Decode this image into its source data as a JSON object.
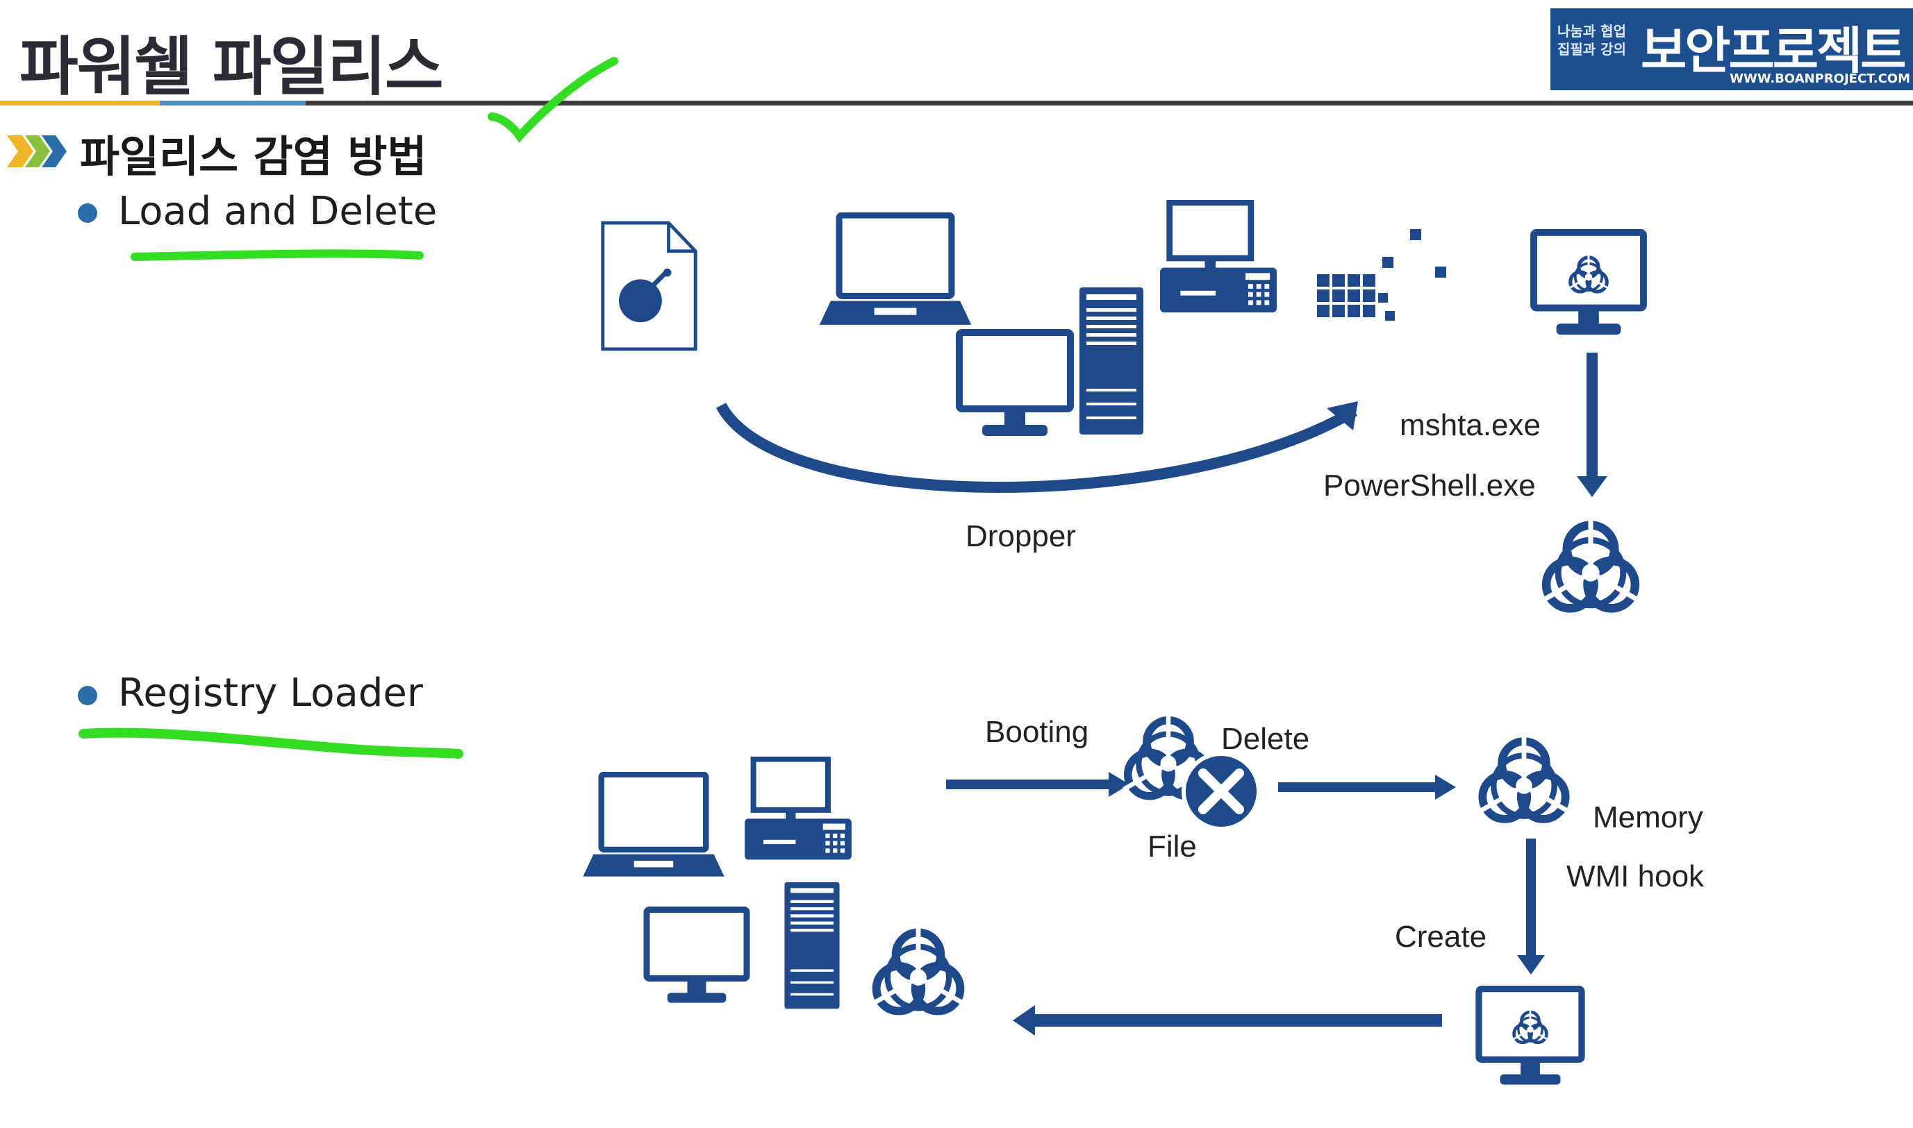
{
  "header": {
    "title": "파워쉘 파일리스",
    "logo": {
      "small_line1": "나눔과 협업",
      "small_line2": "집필과 강의",
      "main": "보안프로젝트",
      "url": "WWW.BOANPROJECT.COM"
    }
  },
  "section": {
    "heading": "파일리스 감염 방법"
  },
  "bullets": [
    {
      "label": "Load and Delete"
    },
    {
      "label": "Registry Loader"
    }
  ],
  "diagram1": {
    "labels": {
      "dropper": "Dropper",
      "mshta": "mshta.exe",
      "powershell": "PowerShell.exe"
    }
  },
  "diagram2": {
    "labels": {
      "booting": "Booting",
      "file": "File",
      "delete": "Delete",
      "memory": "Memory",
      "wmi": "WMI hook",
      "create": "Create"
    }
  },
  "colors": {
    "icon_blue": "#1e4a8c",
    "highlight_green": "#33dd22",
    "bullet_blue": "#2a6da8"
  }
}
